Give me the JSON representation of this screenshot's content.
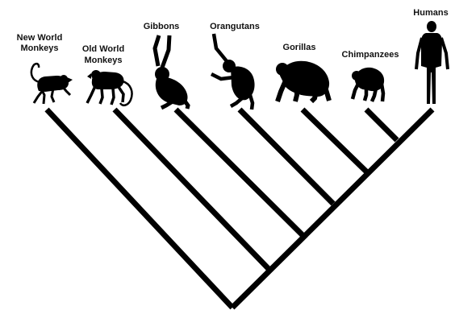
{
  "diagram": {
    "type": "phylogenetic-tree",
    "colors": {
      "line": "#000000",
      "silhouette": "#000000",
      "text": "#111111",
      "background": "#ffffff"
    },
    "taxa": [
      {
        "id": "new-world-monkeys",
        "label_lines": [
          "New World",
          "Monkeys"
        ],
        "icon": "monkey-silhouette-icon"
      },
      {
        "id": "old-world-monkeys",
        "label_lines": [
          "Old World",
          "Monkeys"
        ],
        "icon": "monkey-silhouette-icon"
      },
      {
        "id": "gibbons",
        "label_lines": [
          "Gibbons"
        ],
        "icon": "gibbon-silhouette-icon"
      },
      {
        "id": "orangutans",
        "label_lines": [
          "Orangutans"
        ],
        "icon": "orangutan-silhouette-icon"
      },
      {
        "id": "gorillas",
        "label_lines": [
          "Gorillas"
        ],
        "icon": "gorilla-silhouette-icon"
      },
      {
        "id": "chimpanzees",
        "label_lines": [
          "Chimpanzees"
        ],
        "icon": "chimpanzee-silhouette-icon"
      },
      {
        "id": "humans",
        "label_lines": [
          "Humans"
        ],
        "icon": "human-silhouette-icon"
      }
    ]
  }
}
